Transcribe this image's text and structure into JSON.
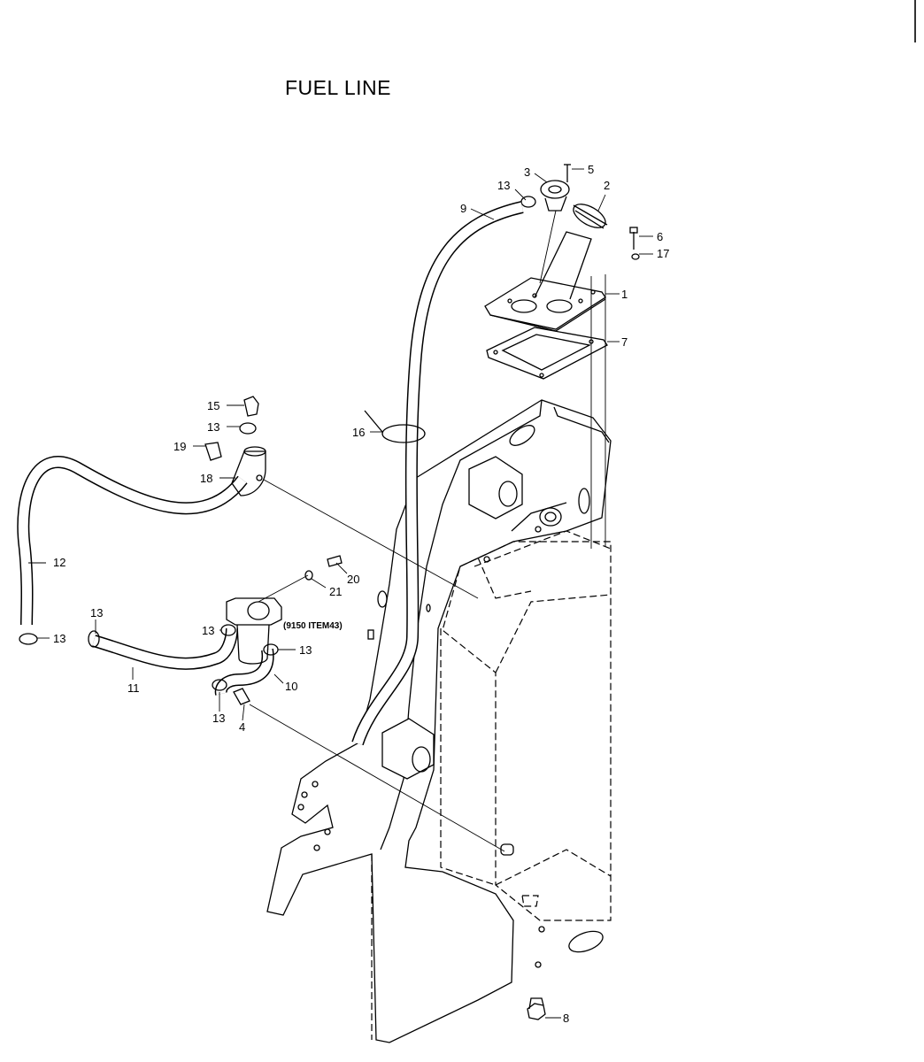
{
  "title": "FUEL LINE",
  "note": "(9150 ITEM43)",
  "callouts": [
    "1",
    "2",
    "3",
    "4",
    "5",
    "6",
    "7",
    "8",
    "9",
    "10",
    "11",
    "12",
    "13",
    "15",
    "16",
    "17",
    "18",
    "19",
    "20",
    "21"
  ]
}
